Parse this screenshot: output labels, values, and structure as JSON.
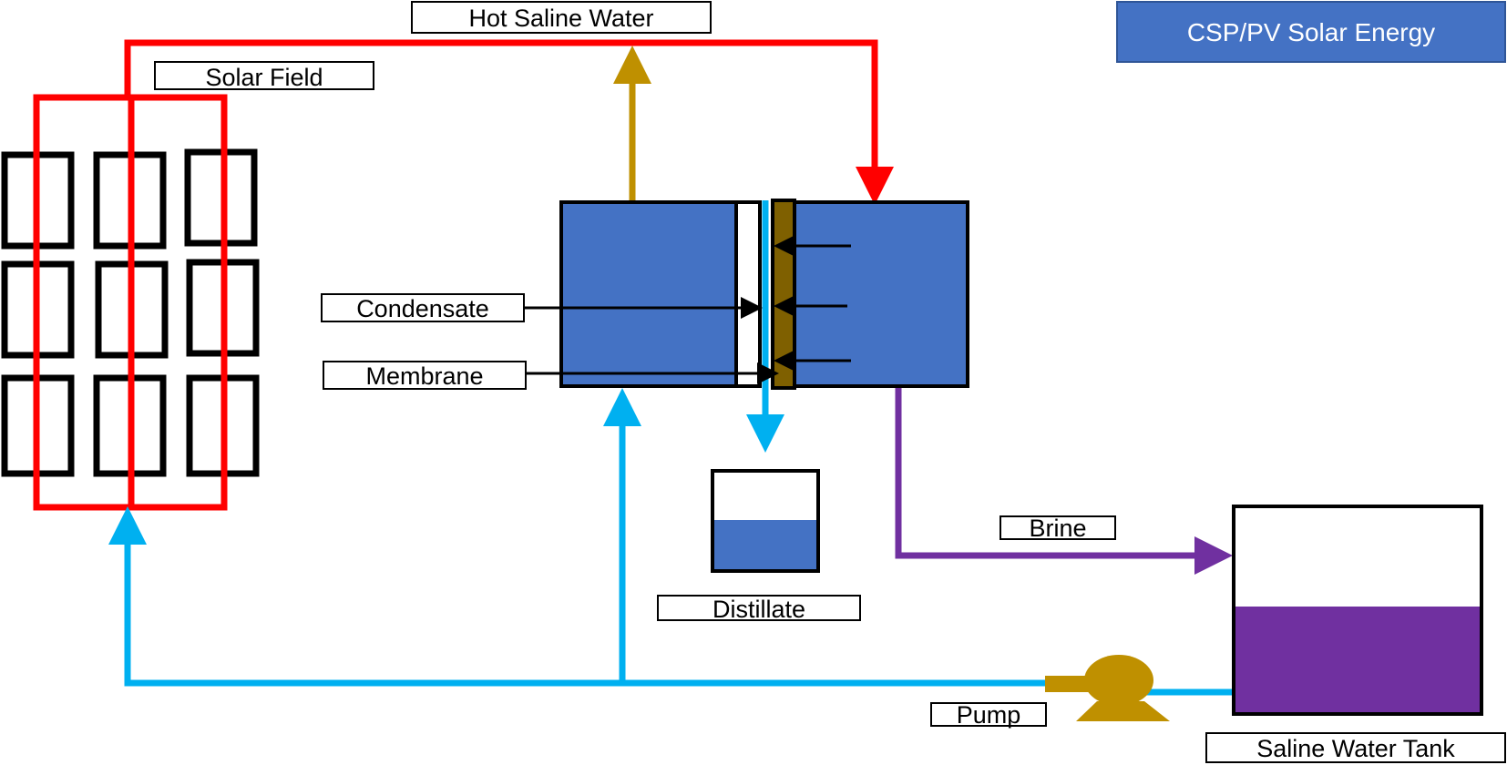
{
  "banner": {
    "text": "CSP/PV Solar Energy",
    "color": "#4472C4"
  },
  "labels": {
    "hot_saline_water": "Hot Saline Water",
    "solar_field": "Solar Field",
    "condensate": "Condensate",
    "membrane": "Membrane",
    "distillate": "Distillate",
    "brine": "Brine",
    "pump": "Pump",
    "saline_water_tank": "Saline Water Tank"
  },
  "colors": {
    "hot_loop": "#FF0000",
    "cold_loop": "#00B0F0",
    "vapor": "#BF9000",
    "brine": "#7030A0",
    "module": "#4472C4",
    "membrane": "#7F6000"
  },
  "components": {
    "solar_field_panels": {
      "rows": 3,
      "cols": 3
    },
    "distillate_level": 0.5,
    "saline_tank_level": 0.5
  }
}
